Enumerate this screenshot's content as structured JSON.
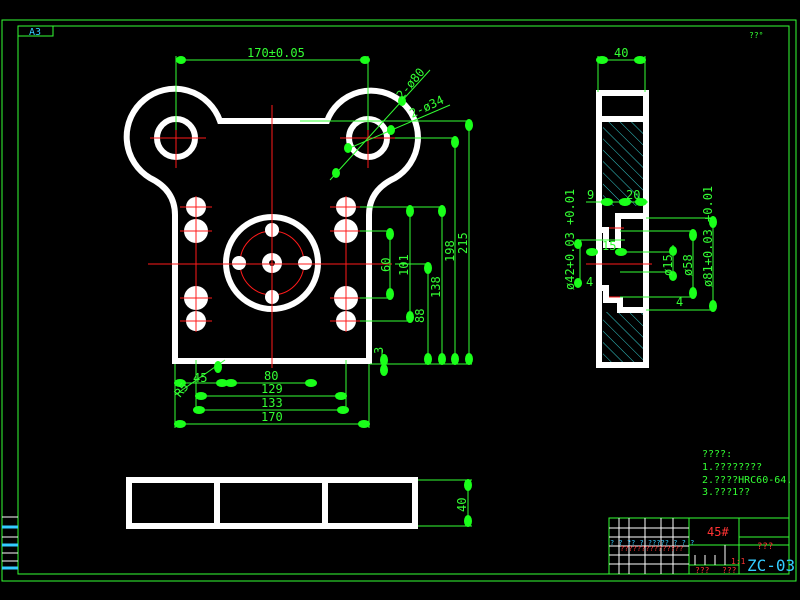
{
  "sheet": {
    "size_label": "A3",
    "corner_mark": "??°"
  },
  "colors": {
    "background": "#000000",
    "frame": "#33ff33",
    "outline": "#ffffff",
    "centerline": "#ff1a1a",
    "hatch": "#33cccc",
    "title_red": "#ff3333",
    "title_cyan": "#33ccff"
  },
  "front_view": {
    "dims": {
      "top_width": "170±0.05",
      "hole_outer": "2-ø80",
      "hole_inner": "2-ø34",
      "d60": "60",
      "d101": "101",
      "d138": "138",
      "d198": "198",
      "d215": "215",
      "d88": "88",
      "d3": "3",
      "d45": "45",
      "r5": "R5",
      "d80": "80",
      "d129": "129",
      "d133": "133",
      "d170": "170"
    }
  },
  "bottom_view": {
    "dims": {
      "height": "40"
    }
  },
  "side_view": {
    "dims": {
      "width": "40",
      "d9": "9",
      "d20": "20",
      "d15": "15",
      "phi42": "ø42+0.03 +0.01",
      "phi15": "ø15",
      "phi58": "ø58",
      "phi81": "ø81+0.03 +0.01",
      "d4a": "4",
      "d4b": "4"
    }
  },
  "notes": {
    "title": "????:",
    "items": [
      "1.????????",
      "2.????HRC60-64.",
      "3.???1??"
    ]
  },
  "title_block": {
    "material": "45#",
    "name": "???",
    "scale": "1:1",
    "drawing_no": "ZC-03",
    "red_cells": [
      "???",
      "???"
    ],
    "header_row": "? ? ?? ? ????? ? ? ?",
    "red_row": "???????????????"
  }
}
